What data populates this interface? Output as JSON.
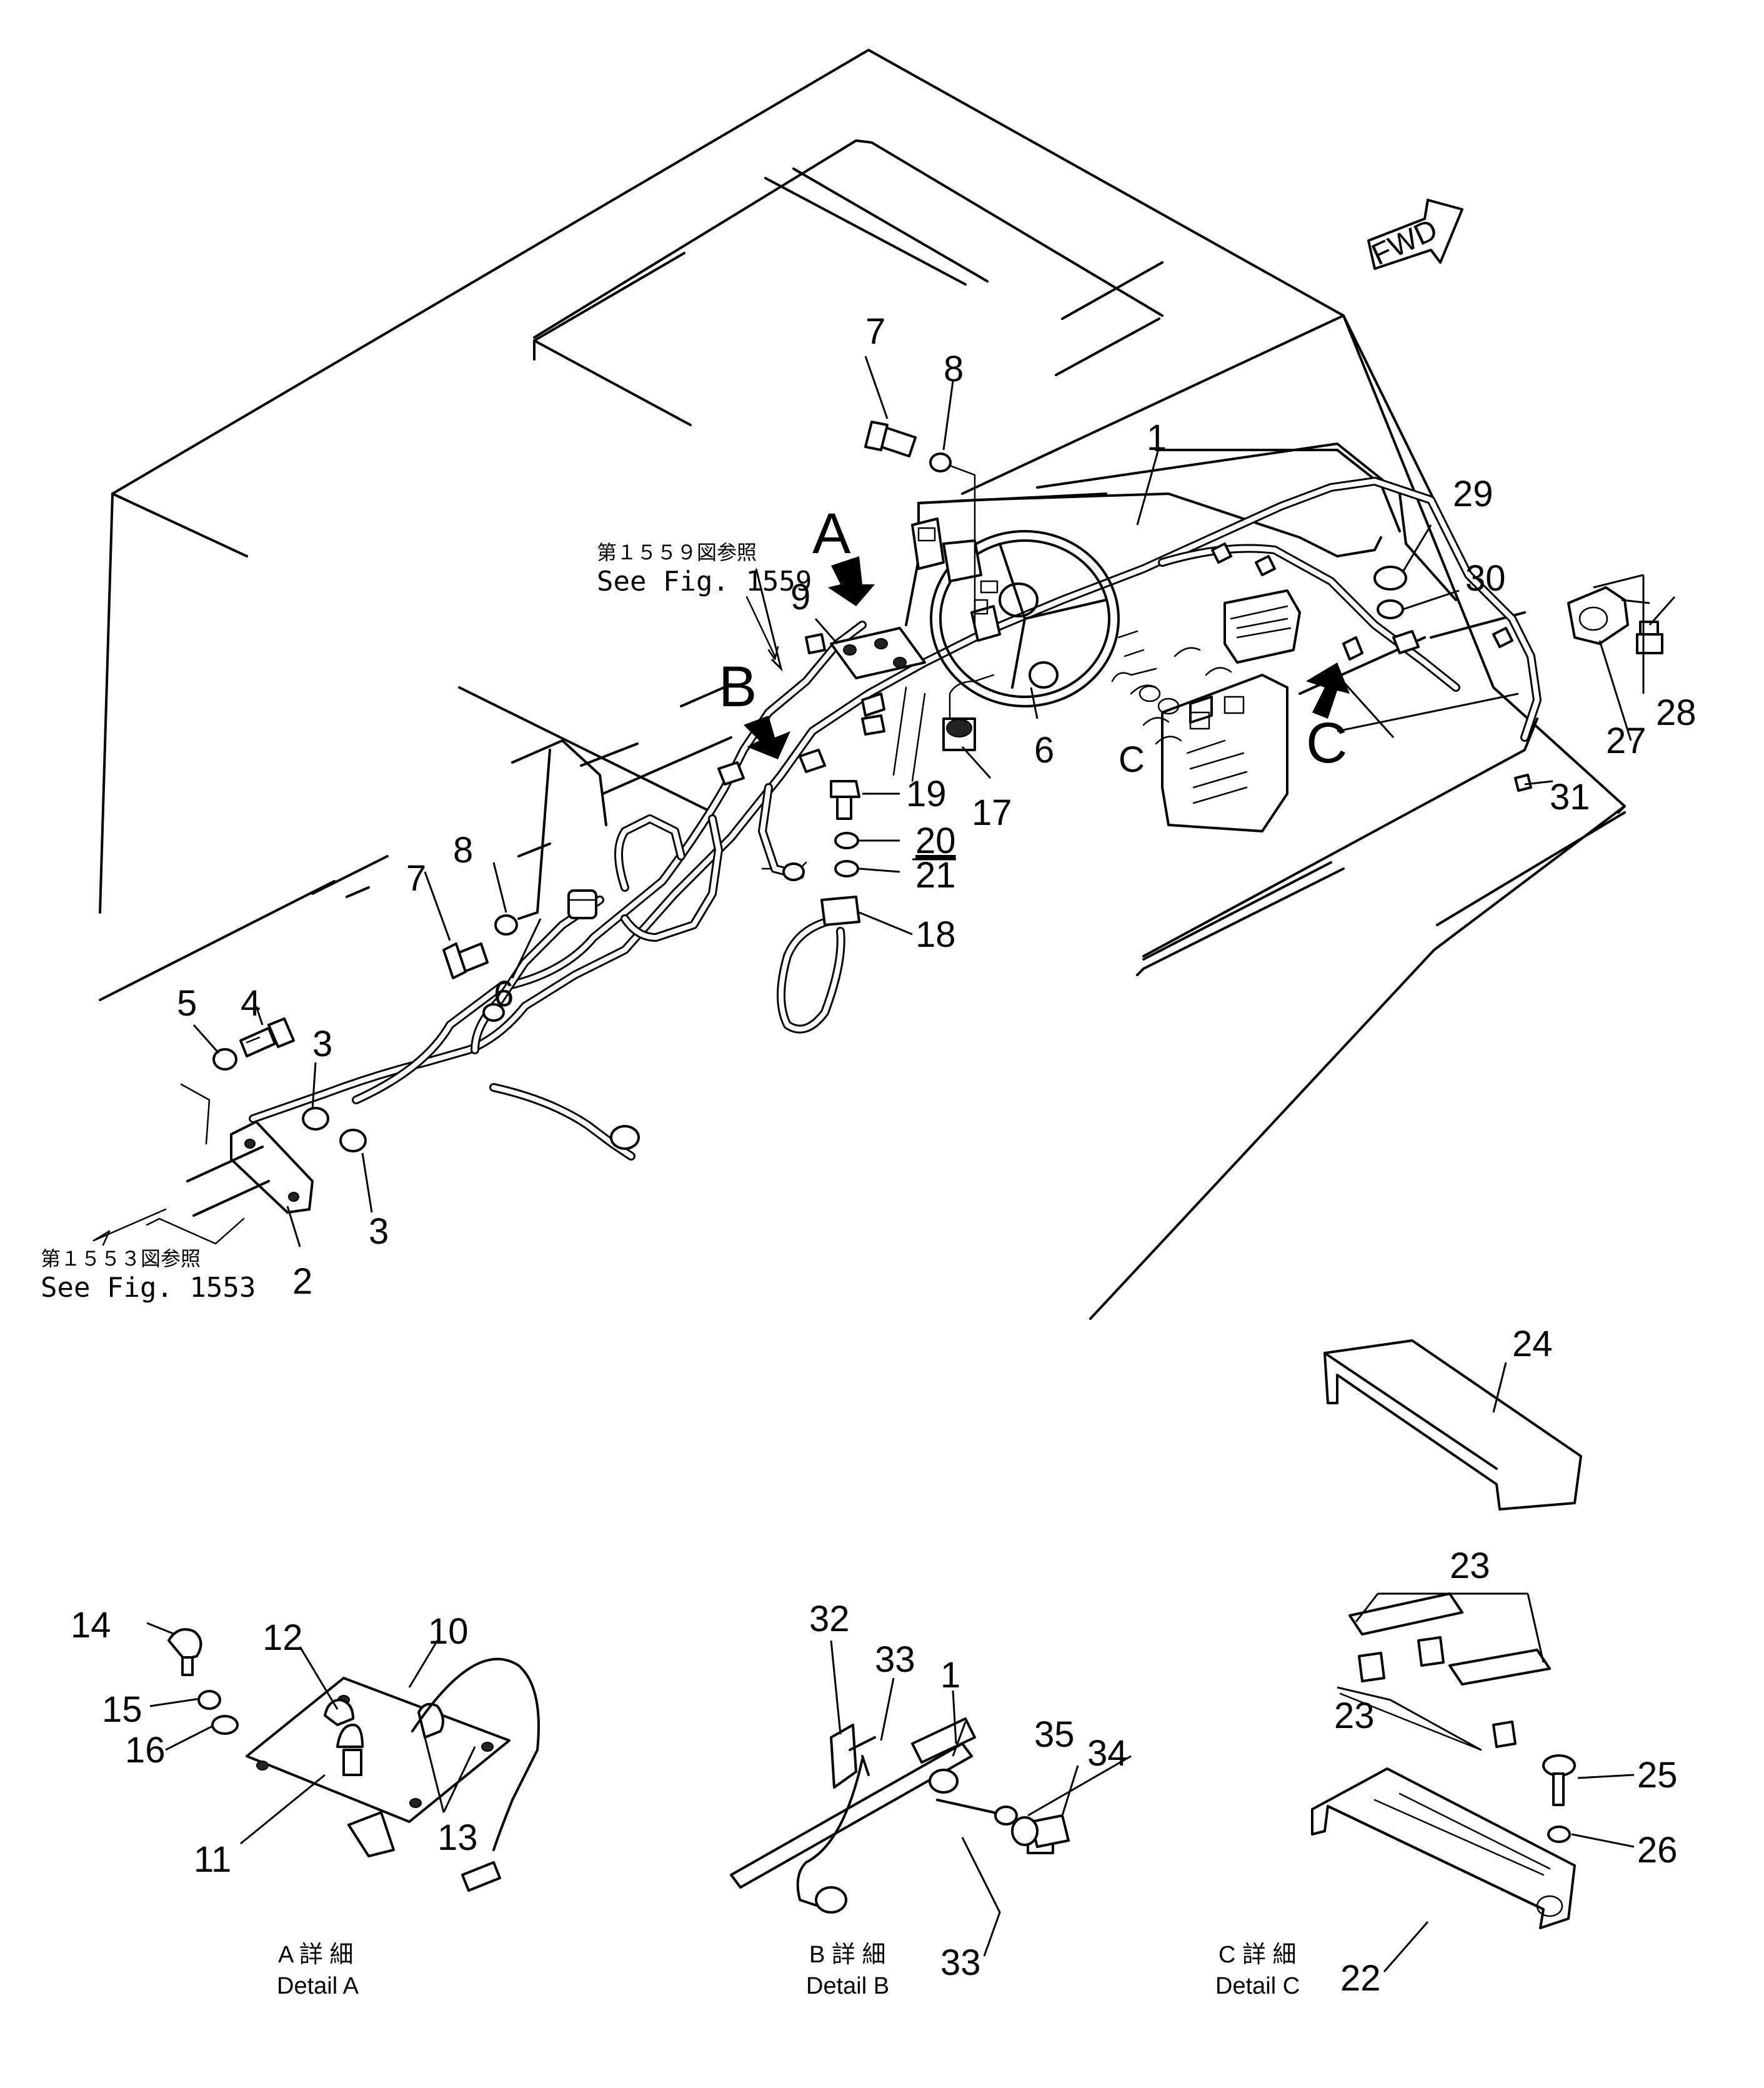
{
  "labels": {
    "p1": "1",
    "p1b": "1",
    "p2": "2",
    "p3a": "3",
    "p3b": "3",
    "p4": "4",
    "p5": "5",
    "p6a": "6",
    "p6b": "6",
    "p7a": "7",
    "p7b": "7",
    "p8a": "8",
    "p8b": "8",
    "p9": "9",
    "p10": "10",
    "p11": "11",
    "p12": "12",
    "p13": "13",
    "p14": "14",
    "p15": "15",
    "p16": "16",
    "p17": "17",
    "p18": "18",
    "p19": "19",
    "p20": "20",
    "p21": "21",
    "p22": "22",
    "p23a": "23",
    "p23b": "23",
    "p24": "24",
    "p25": "25",
    "p26": "26",
    "p27": "27",
    "p28": "28",
    "p29": "29",
    "p30": "30",
    "p31": "31",
    "p32": "32",
    "p33a": "33",
    "p33b": "33",
    "p34": "34",
    "p35": "35",
    "c_small": "C"
  },
  "detail_letters": {
    "a": "A",
    "b": "B",
    "c": "C"
  },
  "references": {
    "fig1559_jp": "第１５５９図参照",
    "fig1559_en": "See Fig. 1559",
    "fig1553_jp": "第１５５３図参照",
    "fig1553_en": "See Fig. 1553"
  },
  "details": {
    "a_jp": "A 詳 細",
    "a_en": "Detail A",
    "b_jp": "B 詳 細",
    "b_en": "Detail B",
    "c_jp": "C 詳 細",
    "c_en": "Detail C"
  },
  "fwd_label": "FWD"
}
